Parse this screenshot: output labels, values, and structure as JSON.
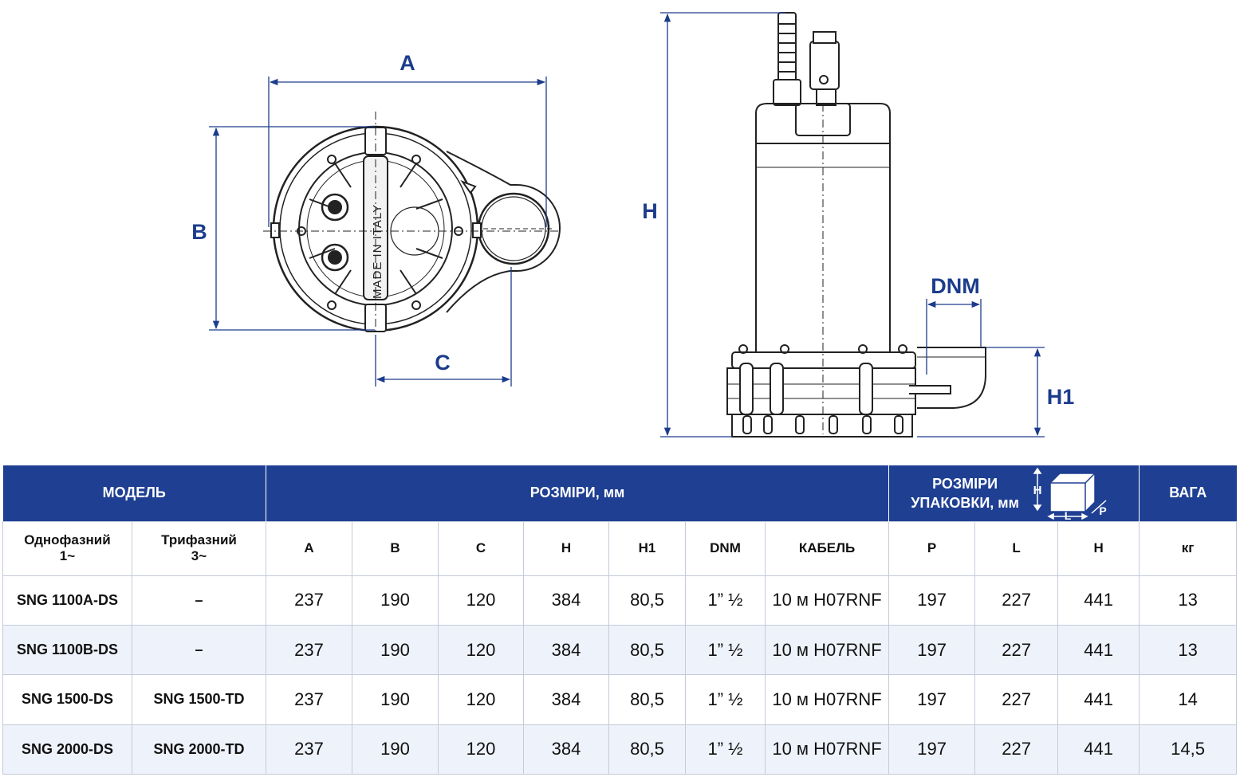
{
  "drawing": {
    "labels": {
      "A": "A",
      "B": "B",
      "C": "C",
      "H": "H",
      "DNM": "DNM",
      "H1": "H1"
    },
    "stamp": "MADE IN ITALY",
    "line_color": "#222222",
    "dim_color": "#1c3c8c"
  },
  "table": {
    "header": {
      "model": "МОДЕЛЬ",
      "dims": "РОЗМІРИ, мм",
      "pack_line1": "РОЗМІРИ",
      "pack_line2": "УПАКОВКИ, мм",
      "pack_icon_h": "H",
      "pack_icon_l": "L",
      "pack_icon_p": "P",
      "weight": "ВАГА"
    },
    "subheader": {
      "single_line1": "Однофазний",
      "single_line2": "1~",
      "three_line1": "Трифазний",
      "three_line2": "3~",
      "a": "A",
      "b": "B",
      "c": "C",
      "h": "H",
      "h1": "H1",
      "dnm": "DNM",
      "cable": "КАБЕЛЬ",
      "p": "P",
      "l": "L",
      "ph": "H",
      "kg": "кг"
    },
    "rows": [
      {
        "single": "SNG 1100A-DS",
        "three": "–",
        "a": "237",
        "b": "190",
        "c": "120",
        "h": "384",
        "h1": "80,5",
        "dnm": "1” ½",
        "cable": "10 м  H07RNF",
        "p": "197",
        "l": "227",
        "ph": "441",
        "kg": "13"
      },
      {
        "single": "SNG 1100B-DS",
        "three": "–",
        "a": "237",
        "b": "190",
        "c": "120",
        "h": "384",
        "h1": "80,5",
        "dnm": "1” ½",
        "cable": "10 м  H07RNF",
        "p": "197",
        "l": "227",
        "ph": "441",
        "kg": "13"
      },
      {
        "single": "SNG 1500-DS",
        "three": "SNG 1500-TD",
        "a": "237",
        "b": "190",
        "c": "120",
        "h": "384",
        "h1": "80,5",
        "dnm": "1” ½",
        "cable": "10 м  H07RNF",
        "p": "197",
        "l": "227",
        "ph": "441",
        "kg": "14"
      },
      {
        "single": "SNG 2000-DS",
        "three": "SNG 2000-TD",
        "a": "237",
        "b": "190",
        "c": "120",
        "h": "384",
        "h1": "80,5",
        "dnm": "1” ½",
        "cable": "10 м  H07RNF",
        "p": "197",
        "l": "227",
        "ph": "441",
        "kg": "14,5"
      }
    ],
    "header_color": "#1e3f92",
    "stripe_color": "#eef2fa"
  }
}
